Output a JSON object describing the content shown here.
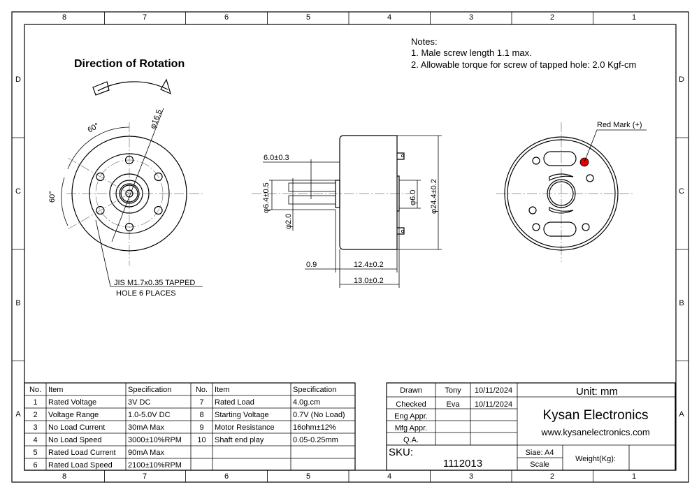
{
  "zones": {
    "columns": [
      "8",
      "7",
      "6",
      "5",
      "4",
      "3",
      "2",
      "1"
    ],
    "rows": [
      "D",
      "C",
      "B",
      "A"
    ]
  },
  "notes": {
    "title": "Notes:",
    "items": [
      "1. Male screw length 1.1 max.",
      "2. Allowable torque for screw of tapped hole: 2.0 Kgf-cm"
    ]
  },
  "front_view": {
    "title": "Direction of Rotation",
    "angle1": "60°",
    "angle2": "60°",
    "diameter": "φ16.5",
    "callout_line1": "JIS M1.7x0.35 TAPPED",
    "callout_line2": "HOLE  6 PLACES"
  },
  "side_view": {
    "shaft_length": "6.0±0.3",
    "boss_dia": "φ6.4±0.5",
    "shaft_dia": "φ2.0",
    "rear_boss": "φ6.0",
    "body_dia": "φ24.4±0.2",
    "boss_len": "0.9",
    "body_len": "12.4±0.2",
    "total_len": "13.0±0.2"
  },
  "rear_view": {
    "red_mark_label": "Red Mark (+)",
    "red_mark_color": "#e00000"
  },
  "spec_table": {
    "headers": [
      "No.",
      "Item",
      "Specification",
      "No.",
      "Item",
      "Specification"
    ],
    "rows": [
      [
        "1",
        "Rated Voltage",
        "3V DC",
        "7",
        "Rated Load",
        "4.0g.cm"
      ],
      [
        "2",
        "Voltage Range",
        "1.0-5.0V DC",
        "8",
        "Starting Voltage",
        "0.7V (No Load)"
      ],
      [
        "3",
        "No Load Current",
        "30mA Max",
        "9",
        "Motor Resistance",
        "16ohm±12%"
      ],
      [
        "4",
        "No Load Speed",
        "3000±10%RPM",
        "10",
        "Shaft end play",
        "0.05-0.25mm"
      ],
      [
        "5",
        "Rated Load Current",
        "90mA Max",
        "",
        "",
        ""
      ],
      [
        "6",
        "Rated Load Speed",
        "2100±10%RPM",
        "",
        "",
        ""
      ]
    ]
  },
  "title_block": {
    "rows": [
      [
        "Drawn",
        "Tony",
        "10/11/2024"
      ],
      [
        "Checked",
        "Eva",
        "10/11/2024"
      ],
      [
        "Eng Appr.",
        "",
        ""
      ],
      [
        "Mfg Appr.",
        "",
        ""
      ],
      [
        "Q.A.",
        "",
        ""
      ]
    ],
    "unit": "Unit: mm",
    "company": "Kysan Electronics",
    "website": "www.kysanelectronics.com",
    "sku_label": "SKU:",
    "sku": "1112013",
    "size": "Siae: A4",
    "scale": "Scale",
    "weight": "Weight(Kg):"
  }
}
